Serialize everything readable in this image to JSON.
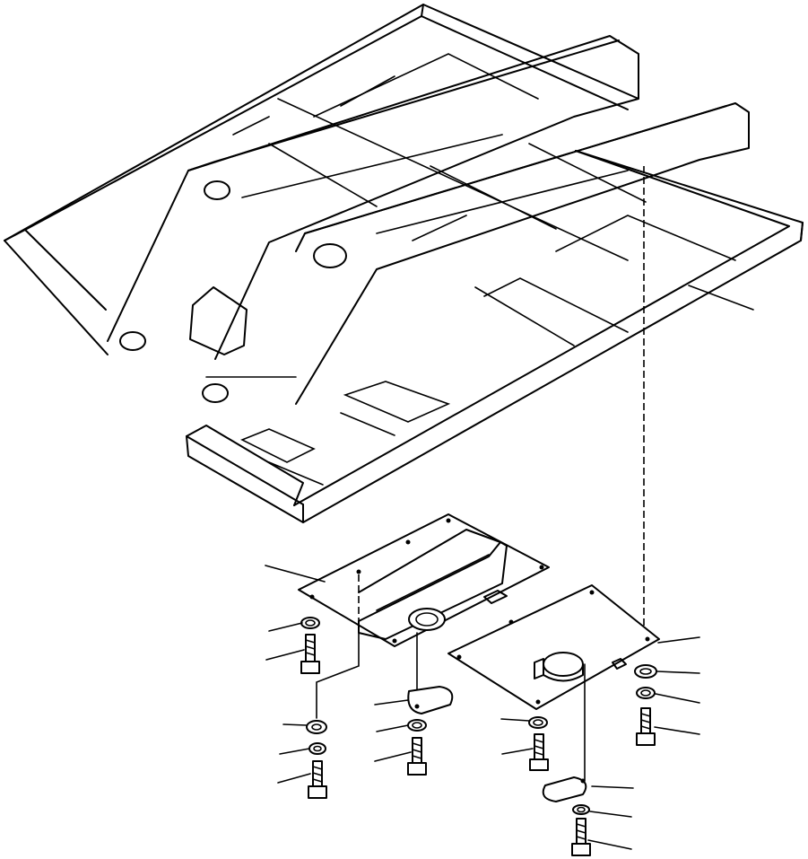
{
  "diagram": {
    "parts": [
      {
        "name": "frame"
      },
      {
        "name": "front-cover-plate"
      },
      {
        "name": "rear-cover-plate"
      },
      {
        "name": "small-round-cover"
      },
      {
        "name": "washer"
      },
      {
        "name": "bolt"
      }
    ],
    "callout_count": 20
  }
}
